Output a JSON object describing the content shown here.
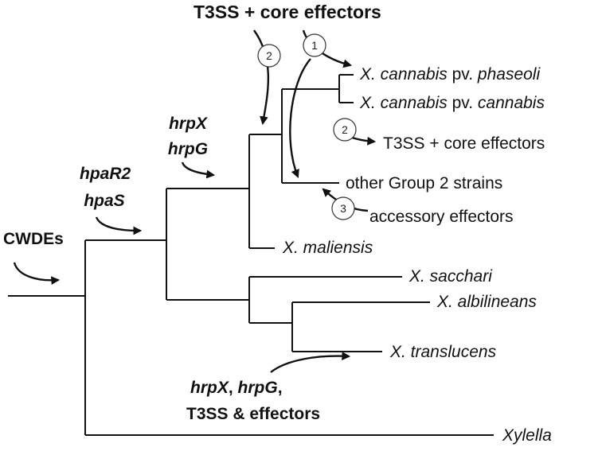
{
  "header": {
    "title": "T3SS + core effectors"
  },
  "taxa": {
    "phaseoli": {
      "genus": "X. cannabis",
      "rank": "pv.",
      "epithet": "phaseoli"
    },
    "cannabis": {
      "genus": "X. cannabis",
      "rank": "pv.",
      "epithet": "cannabis"
    },
    "group2": "other Group 2 strains",
    "maliensis": "X. maliensis",
    "sacchari": "X. sacchari",
    "albilineans": "X. albilineans",
    "translucens": "X. translucens",
    "xylella": "Xylella"
  },
  "events": {
    "cwdes": "CWDEs",
    "hpa_line1": "hpaR2",
    "hpa_line2": "hpaS",
    "hrp_line1": "hrpX",
    "hrp_line2": "hrpG",
    "t3ss_core": "T3SS + core effectors",
    "accessory": "accessory effectors",
    "loss_line1_a": "hrpX",
    "loss_line1_sep1": ", ",
    "loss_line1_b": "hrpG",
    "loss_line1_sep2": ",",
    "loss_line2": "T3SS & effectors"
  },
  "markers": {
    "m1": "1",
    "m2_top": "2",
    "m2_mid": "2",
    "m3": "3"
  }
}
